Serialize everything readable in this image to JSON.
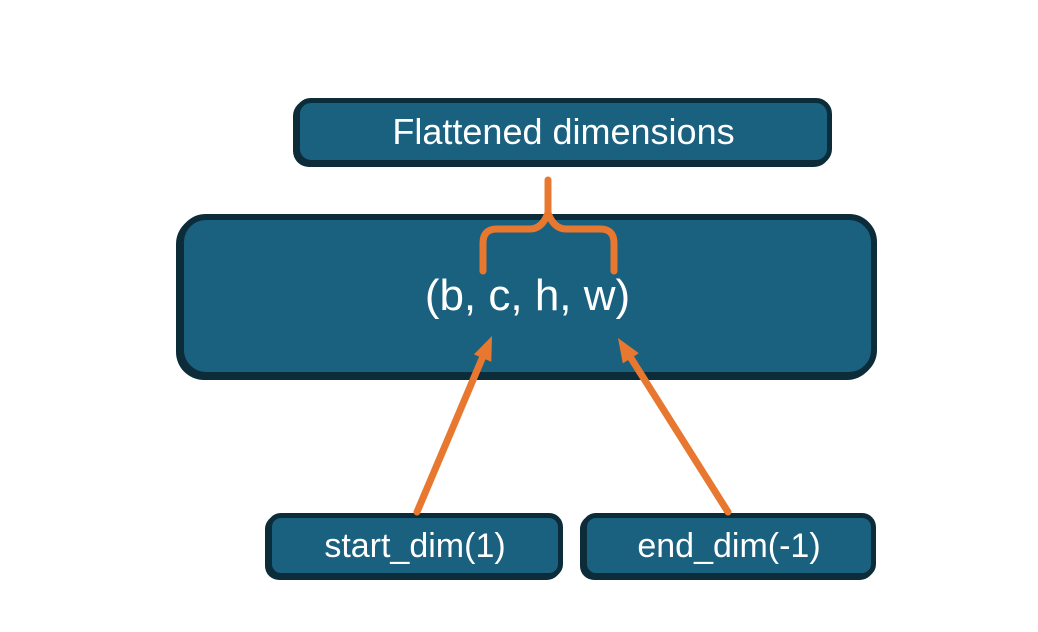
{
  "diagram": {
    "title_box": {
      "label": "Flattened dimensions"
    },
    "tuple_box": {
      "label": "(b, c, h, w)"
    },
    "start_box": {
      "label": "start_dim(1)"
    },
    "end_box": {
      "label": "end_dim(-1)"
    },
    "connectors": {
      "brace": "curly brace grouping c, h, w dimensions up to Flattened dimensions box",
      "start_arrow": "arrow from start_dim(1) box to dimension c",
      "end_arrow": "arrow from end_dim(-1) box to dimension w"
    }
  },
  "colors": {
    "box_fill": "#1A607F",
    "box_border": "#0D2C3A",
    "arrow_orange": "#E8782F",
    "text_color": "#FFFFFF",
    "background": "#FFFFFF"
  }
}
